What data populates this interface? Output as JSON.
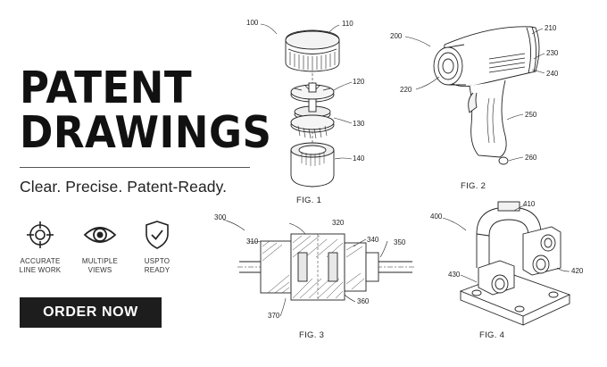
{
  "headline": {
    "line1": "PATENT",
    "line2": "DRAWINGS"
  },
  "tagline": "Clear. Precise. Patent-Ready.",
  "features": [
    {
      "icon": "crosshair-icon",
      "line1": "ACCURATE",
      "line2": "LINE WORK"
    },
    {
      "icon": "eye-icon",
      "line1": "MULTIPLE",
      "line2": "VIEWS"
    },
    {
      "icon": "shield-check-icon",
      "line1": "USPTO",
      "line2": "READY"
    }
  ],
  "cta": {
    "label": "ORDER NOW"
  },
  "figures": {
    "fig1": {
      "label": "FIG. 1",
      "refs": [
        "100",
        "110",
        "120",
        "130",
        "140"
      ]
    },
    "fig2": {
      "label": "FIG. 2",
      "refs": [
        "200",
        "210",
        "220",
        "230",
        "240",
        "250",
        "260"
      ]
    },
    "fig3": {
      "label": "FIG. 3",
      "refs": [
        "300",
        "310",
        "320",
        "340",
        "350",
        "360",
        "370"
      ]
    },
    "fig4": {
      "label": "FIG. 4",
      "refs": [
        "400",
        "410",
        "420",
        "430"
      ]
    }
  }
}
